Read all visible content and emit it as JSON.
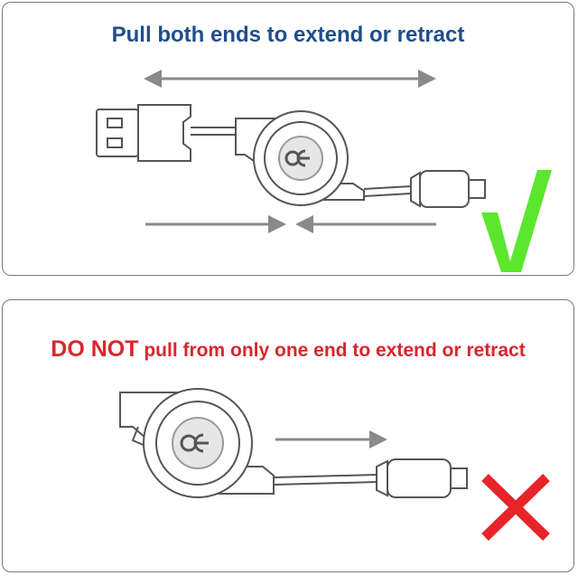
{
  "top_panel": {
    "caption": "Pull both ends to extend or retract",
    "status_icon": "check-mark-icon",
    "status_color": "#5ce62e"
  },
  "bottom_panel": {
    "caption_emphasis": "DO NOT",
    "caption_rest": "pull from only one end to extend or retract",
    "status_icon": "cross-mark-icon",
    "status_color": "#e8242b"
  },
  "colors": {
    "top_text": "#1f4e8c",
    "bottom_text": "#d8262d",
    "arrow": "#8a8a8a",
    "outline": "#555555"
  }
}
